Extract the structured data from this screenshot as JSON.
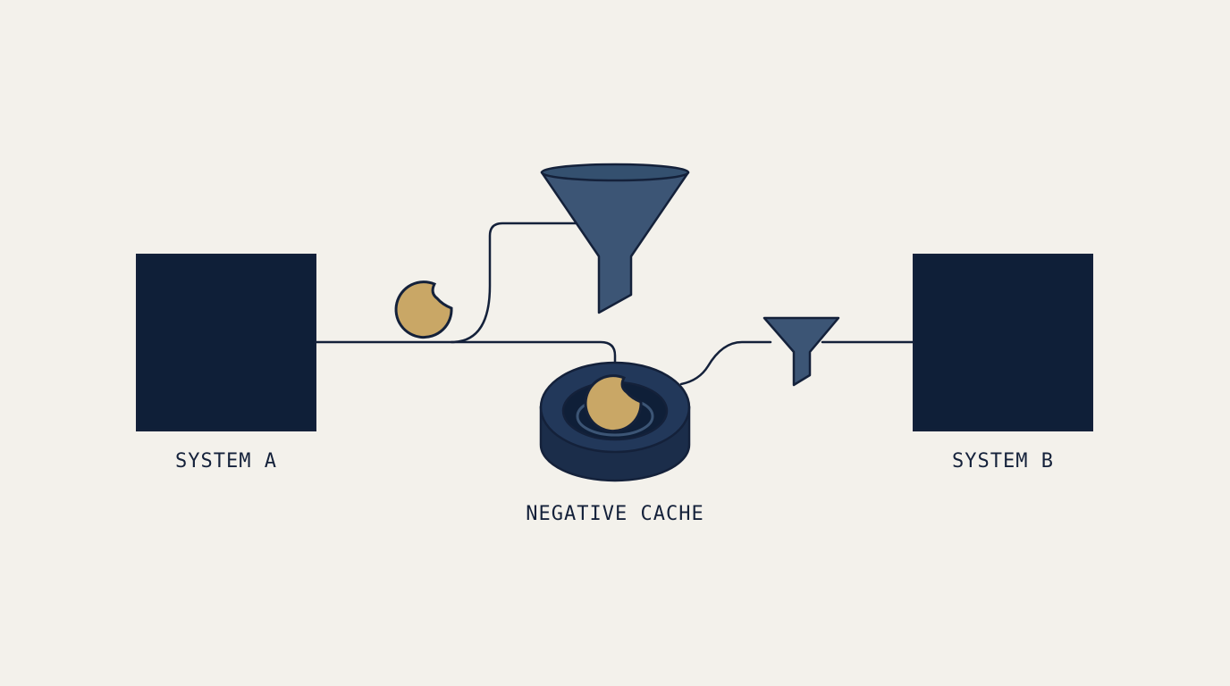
{
  "nodes": {
    "system_a": {
      "label": "SYSTEM A"
    },
    "system_b": {
      "label": "SYSTEM B"
    },
    "negative_cache": {
      "label": "NEGATIVE CACHE"
    }
  },
  "icons": {
    "large_funnel": "funnel-icon",
    "small_funnel": "funnel-icon",
    "request_token": "bitten-cookie-icon",
    "cached_token": "bitten-cookie-icon"
  },
  "colors": {
    "background": "#f3f1eb",
    "box": "#0f1f38",
    "funnel": "#3c5575",
    "cache_ring": "#22385a",
    "token": "#c9a766",
    "line": "#14213a"
  }
}
